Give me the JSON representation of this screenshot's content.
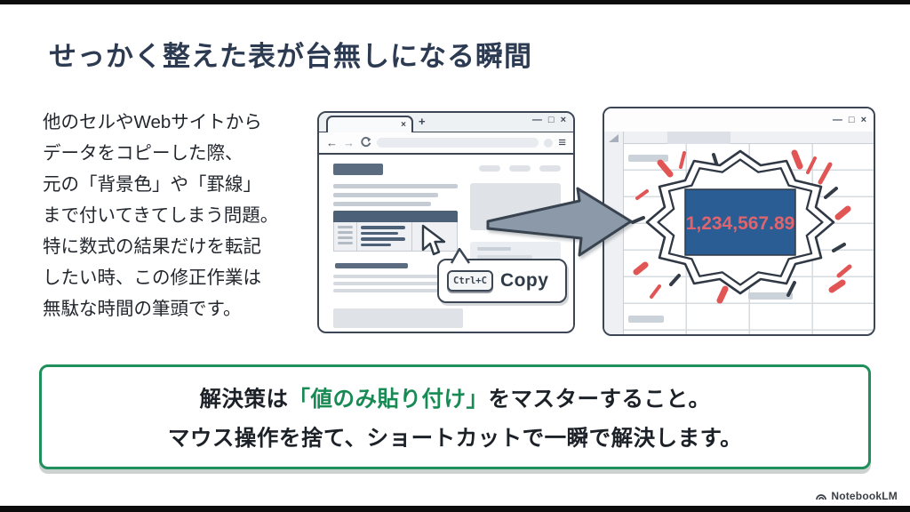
{
  "title": "せっかく整えた表が台無しになる瞬間",
  "intro": {
    "lines": [
      "他のセルやWebサイトから",
      "データをコピーした際、",
      "元の「背景色」や「罫線」",
      "まで付いてきてしまう問題。",
      "特に数式の結果だけを転記",
      "したい時、この修正作業は",
      "無駄な時間の筆頭です。"
    ]
  },
  "browser": {
    "tab_close": "×",
    "tab_new": "+",
    "minimize": "—",
    "maximize": "□",
    "close": "×",
    "back": "←",
    "forward": "→",
    "menu": "≡",
    "shortcut_key": "Ctrl+C",
    "copy_label": "Copy"
  },
  "sheet": {
    "minimize": "—",
    "maximize": "□",
    "close": "×",
    "cell_value": "1,234,567.89"
  },
  "solution": {
    "line1_prefix": "解決策は",
    "line1_highlight": "「値のみ貼り付け」",
    "line1_suffix": "をマスターすること。",
    "line2": "マウス操作を捨て、ショートカットで一瞬で解決します。"
  },
  "branding": {
    "label": "NotebookLM"
  },
  "colors": {
    "title_navy": "#2c3a52",
    "accent_green": "#1f8f5c",
    "highlight_green": "#188a54",
    "cell_blue": "#2a5d94",
    "number_red": "#e0646e",
    "arrow_gray": "#8b99a8"
  }
}
